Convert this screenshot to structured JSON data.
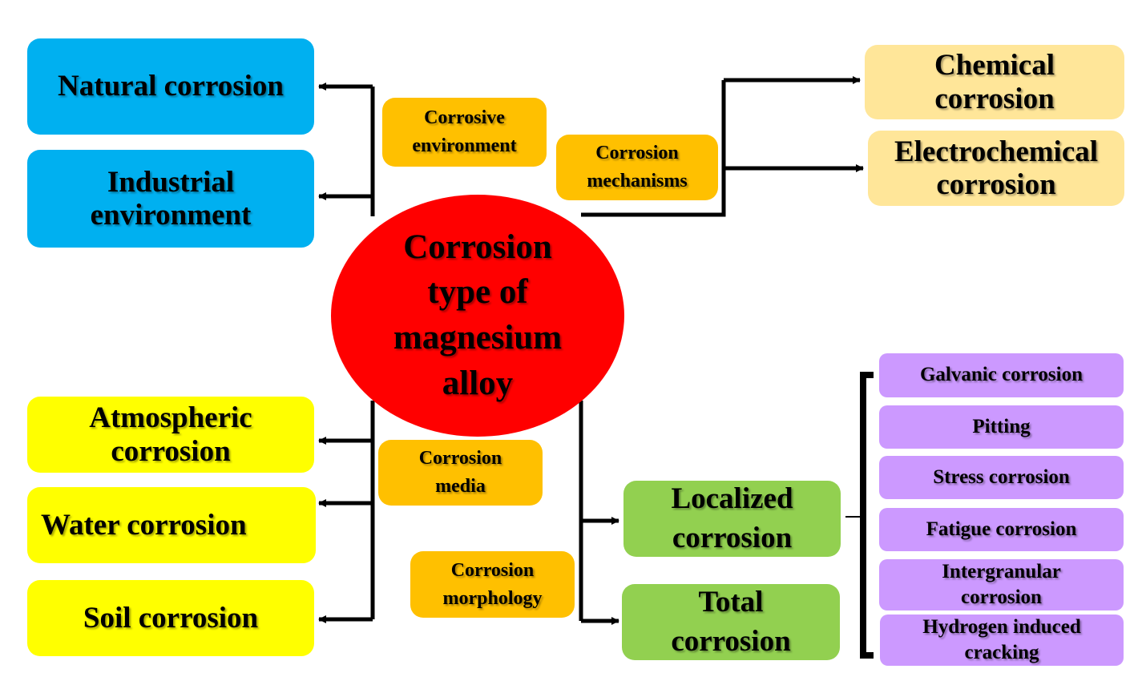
{
  "center": {
    "title": "Corrosion\ntype of\nmagnesium\nalloy"
  },
  "categories": {
    "environment": "Corrosive\nenvironment",
    "mechanisms": "Corrosion\nmechanisms",
    "media": "Corrosion\nmedia",
    "morphology": "Corrosion\nmorphology"
  },
  "environment_items": [
    "Natural corrosion",
    "Industrial\nenvironment"
  ],
  "mechanism_items": [
    "Chemical\ncorrosion",
    "Electrochemical\ncorrosion"
  ],
  "media_items": [
    "Atmospheric\ncorrosion",
    "Water corrosion",
    "Soil corrosion"
  ],
  "morphology_items": [
    "Localized\ncorrosion",
    "Total\ncorrosion"
  ],
  "localized_items": [
    "Galvanic corrosion",
    "Pitting",
    "Stress corrosion",
    "Fatigue corrosion",
    "Intergranular\ncorrosion",
    "Hydrogen induced\ncracking"
  ],
  "colors": {
    "environment": "#00b0f0",
    "mechanisms": "#ffe699",
    "media": "#ffff00",
    "morphology": "#92d050",
    "localized": "#cc99ff",
    "category_label": "#ffc000",
    "center": "#ff0000"
  }
}
